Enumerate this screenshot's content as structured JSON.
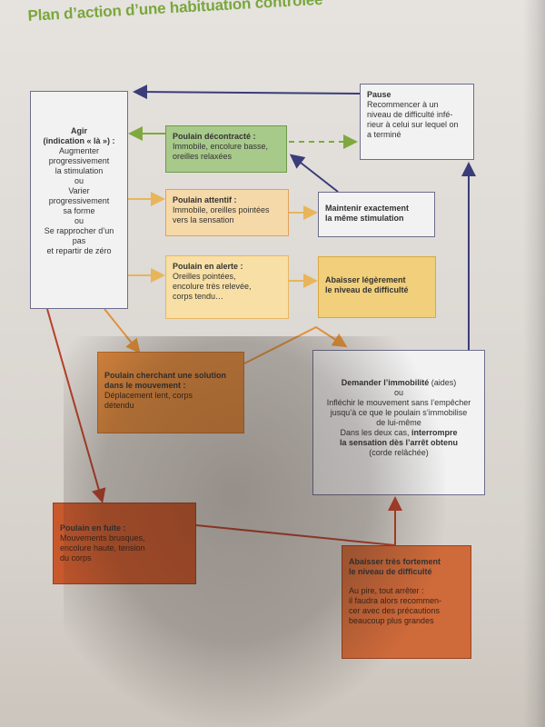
{
  "title": "Plan d’action d’une habituation contrôlée",
  "boxes": {
    "agir": {
      "heading": "Agir\n(indication « là ») :",
      "text": "Augmenter\nprogressivement\nla stimulation\nou\nVarier progressivement\nsa forme\nou\nSe rapprocher d’un pas\net repartir de zéro"
    },
    "decontracte": {
      "heading": "Poulain décontracté :",
      "text": "Immobile, encolure basse,\noreilles relaxées"
    },
    "attentif": {
      "heading": "Poulain attentif :",
      "text": "Immobile, oreilles pointées\nvers la sensation"
    },
    "alerte": {
      "heading": "Poulain en alerte :",
      "text": "Oreilles pointées,\nencolure très relevée,\ncorps tendu…"
    },
    "pause": {
      "heading": "Pause",
      "text": "Recommencer à un\nniveau de difficulté infé-\nrieur à celui sur lequel on\na terminé"
    },
    "maintenir": {
      "heading": "Maintenir exactement\nla même stimulation"
    },
    "abaisser_leger": {
      "heading": "Abaisser légèrement\nle niveau de difficulté"
    },
    "solution": {
      "heading": "Poulain cherchant une solution\ndans le mouvement :",
      "text": "Déplacement lent, corps\ndétendu"
    },
    "immobilite": {
      "line1_bold": "Demander l’immobilité",
      "line1_rest": " (aides)",
      "middle": "ou\nInfléchir le mouvement sans l’empêcher\njusqu’à ce que le poulain s’immobilise\nde lui-même\nDans les deux cas, ",
      "bold2": "interrompre\nla sensation dès l’arrêt obtenu",
      "end": "(corde relâchée)"
    },
    "fuite": {
      "heading": "Poulain en fuite :",
      "text": "Mouvements brusques,\nencolure haute, tension\ndu corps"
    },
    "abaisser_fort": {
      "heading": "Abaisser très fortement\nle niveau de difficulté",
      "text": "Au pire, tout arrêter :\nil faudra alors recommen-\ncer avec des précautions\nbeaucoup plus grandes"
    }
  },
  "colors": {
    "green": "#7fa83f",
    "orange": "#e8a040",
    "red": "#b8402a",
    "navy": "#3a3d78"
  }
}
